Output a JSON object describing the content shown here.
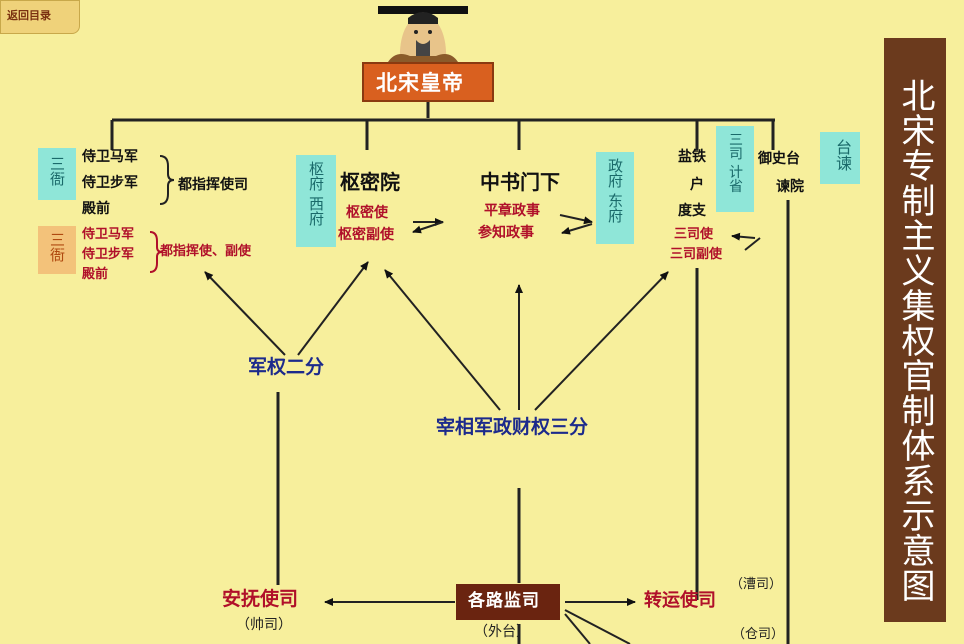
{
  "back_tab": "返回目录",
  "emperor": "北宋皇帝",
  "side_title": "北宋专制主义集权官制体系示意图",
  "sanya": {
    "label": "三衙",
    "items": [
      "侍卫马军",
      "侍卫步军",
      "殿前"
    ],
    "group": "都指挥使司"
  },
  "sanya2": {
    "label": "三衙",
    "items": [
      "侍卫马军",
      "侍卫步军",
      "殿前"
    ],
    "group": "都指挥使、副使"
  },
  "shumi": {
    "side_label": "枢府 西府",
    "name": "枢密院",
    "items": [
      "枢密使",
      "枢密副使"
    ]
  },
  "zhongshu": {
    "name": "中书门下",
    "items": [
      "平章政事",
      "参知政事"
    ],
    "side_label": "政府 东府"
  },
  "sansi": {
    "items": [
      "盐铁",
      "户",
      "度支"
    ],
    "label": "三司 计省",
    "officers": [
      "三司使",
      "三司副使"
    ]
  },
  "yushi": {
    "name": "御史台",
    "name2": "谏院",
    "label": "台谏"
  },
  "junquan": "军权二分",
  "zaixiang": "宰相军政财权三分",
  "bottom": {
    "anfu": "安抚使司",
    "anfu_sub": "（帅司）",
    "jianlu": "各路监司",
    "jianlu_sub": "（外台）",
    "zhuanyun": "转运使司",
    "zhuanyun_sub": "（漕司）",
    "cang_sub": "（仓司）"
  },
  "colors": {
    "emperor_bg": "#d9601f",
    "side_bg": "#6b3a1d",
    "cyan": "#8fe6d8",
    "red_text": "#b0102a",
    "blue_text": "#1c2a8c"
  }
}
